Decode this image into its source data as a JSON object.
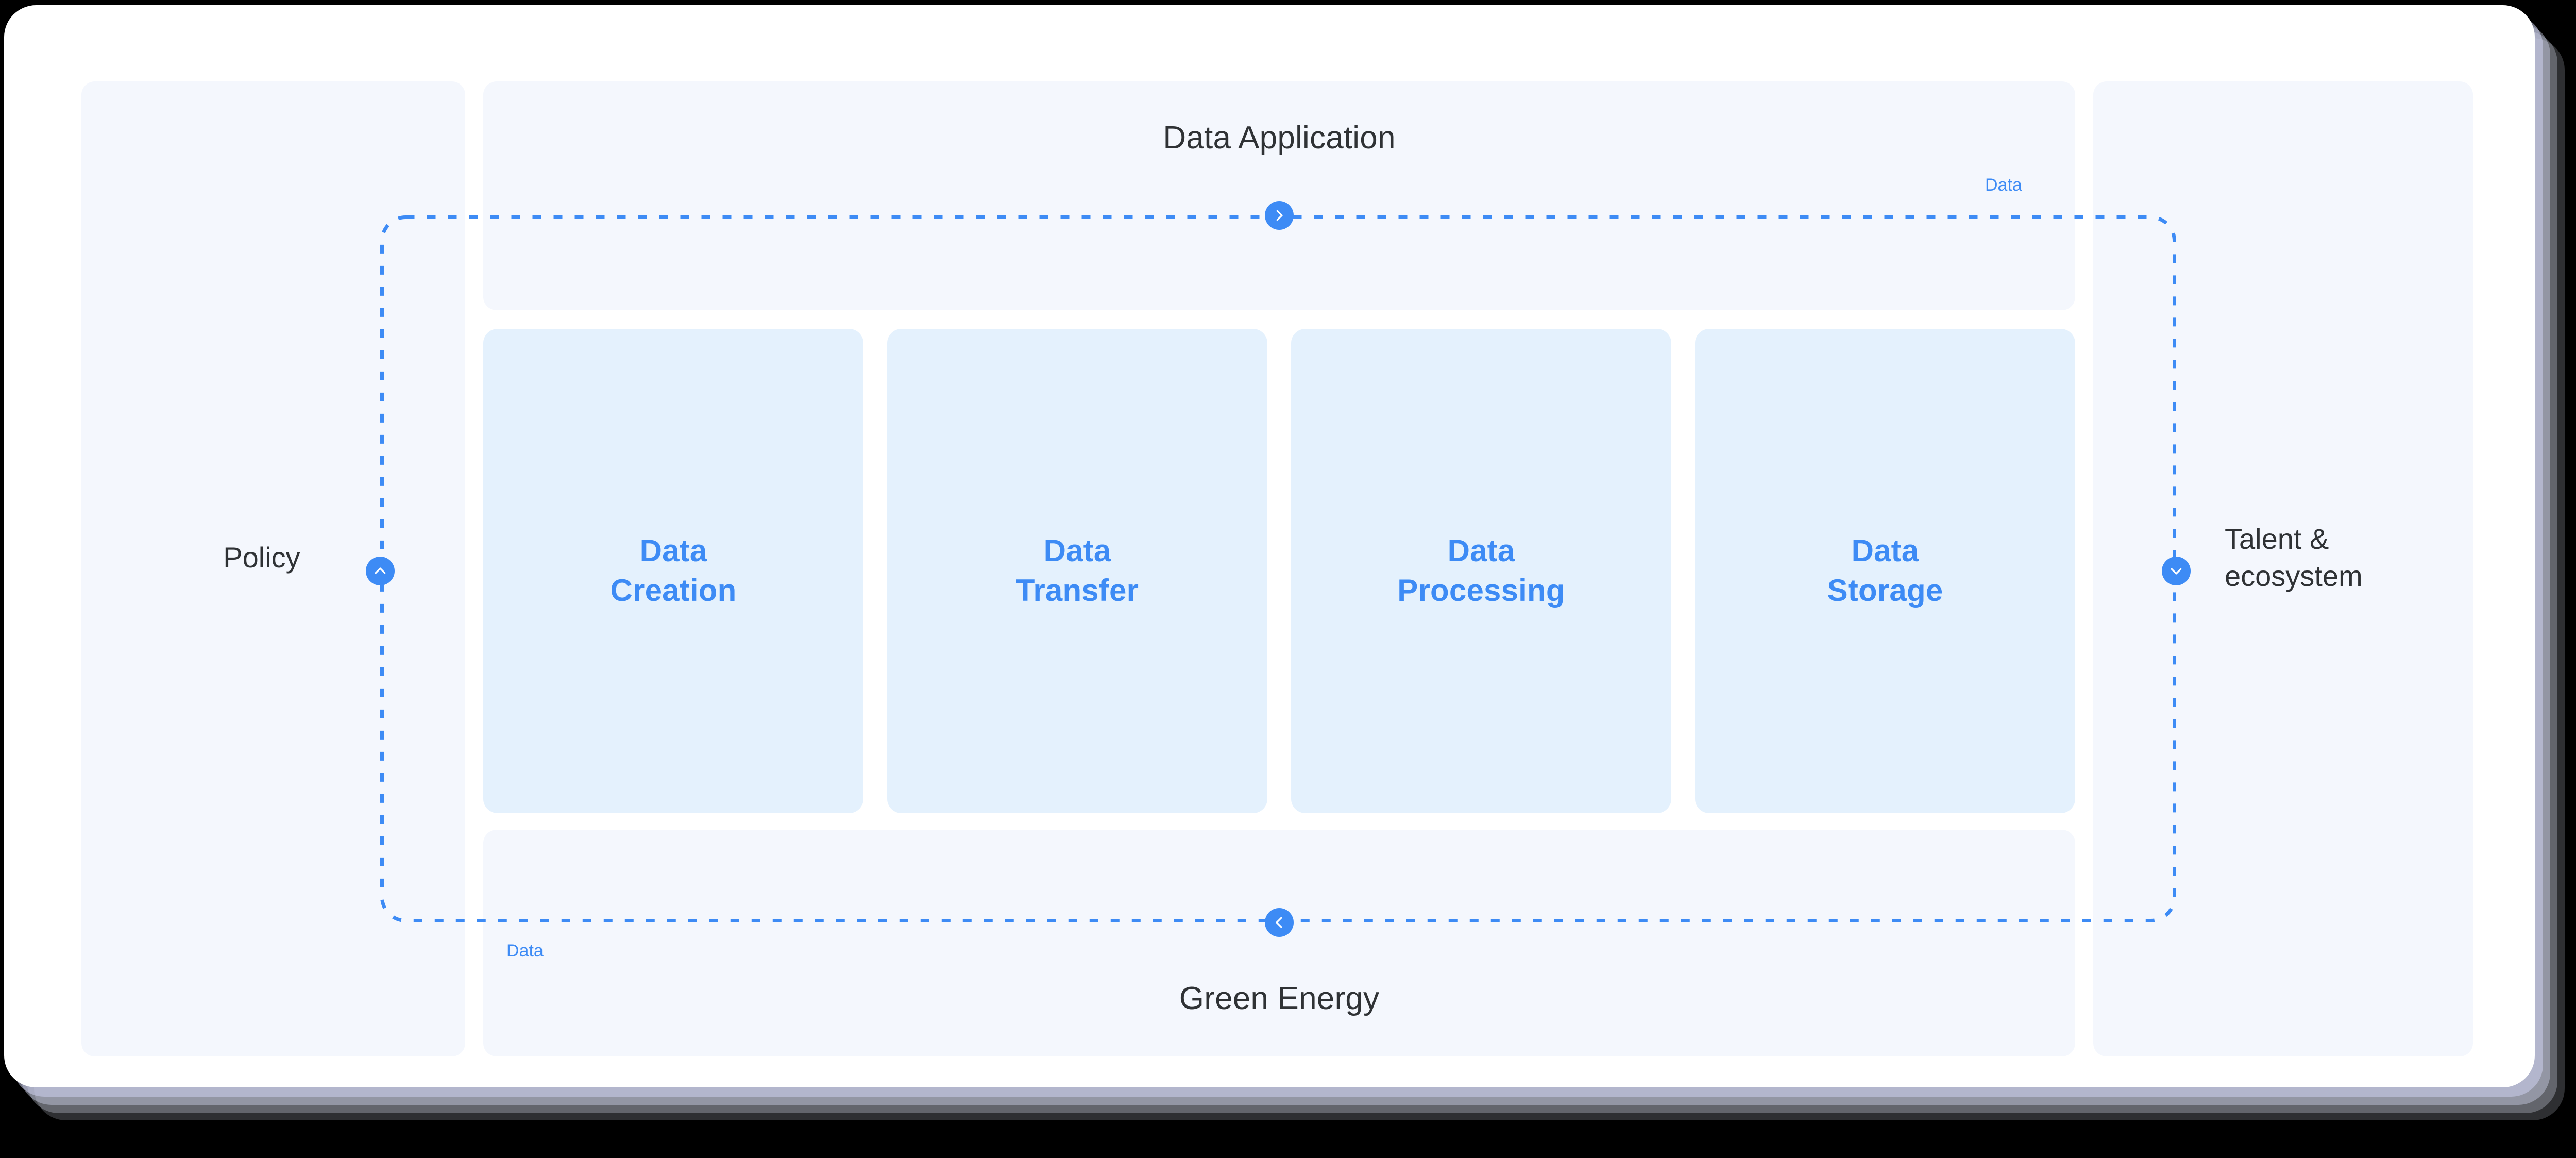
{
  "diagram": {
    "title_top": "Data Application",
    "title_bottom": "Green Energy",
    "left_pillar": "Policy",
    "right_pillar": "Talent &\necosystem",
    "loop_caption_top": "Data",
    "loop_caption_bottom": "Data",
    "stages": [
      {
        "label": "Data\nCreation"
      },
      {
        "label": "Data\nTransfer"
      },
      {
        "label": "Data\nProcessing"
      },
      {
        "label": "Data\nStorage"
      }
    ],
    "flow_nodes": [
      {
        "name": "chevron-right",
        "direction": "right"
      },
      {
        "name": "chevron-left",
        "direction": "left"
      },
      {
        "name": "chevron-up",
        "direction": "up"
      },
      {
        "name": "chevron-down",
        "direction": "down"
      }
    ],
    "colors": {
      "accent": "#3d8bf5",
      "panel_bg": "#f4f7fd",
      "card_bg": "#e4f1fd",
      "text": "#2f3235",
      "canvas": "#ffffff",
      "backdrop": "#000000",
      "shadow": "#cdd2ee"
    }
  }
}
